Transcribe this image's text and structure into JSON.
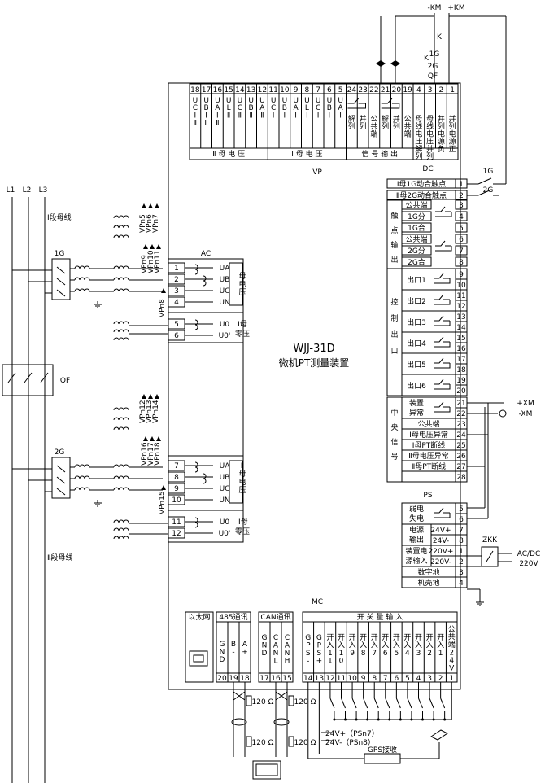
{
  "device": {
    "model": "WJJ-31D",
    "name": "微机PT测量装置"
  },
  "top_supply": {
    "minus": "-KM",
    "plus": "+KM",
    "k1": "1G",
    "k2": "2G",
    "k3": "QF",
    "k_label": "K"
  },
  "vp": {
    "title": "VP",
    "terminals": [
      "18",
      "17",
      "16",
      "15",
      "14",
      "13",
      "12",
      "11",
      "10",
      "9",
      "8",
      "7",
      "6",
      "5",
      "24",
      "23",
      "22",
      "21",
      "20",
      "19",
      "4",
      "3",
      "2",
      "1"
    ],
    "labels": [
      "UCIⅡ",
      "UBIⅡ",
      "UAIⅡ",
      "ULⅡ",
      "UCⅡ",
      "UBⅡ",
      "UAⅡ",
      "UCⅠ",
      "UBⅠ",
      "UAⅠ",
      "ULⅠ",
      "UCⅠ",
      "UBⅠ",
      "UAⅠ",
      "解列",
      "并列",
      "公共端",
      "解列",
      "并列",
      "公共端",
      "母线电压解列",
      "母线电压并列",
      "并列电源负",
      "并列电源正"
    ],
    "groups": [
      "Ⅱ 母 电 压",
      "Ⅰ 母 电 压",
      "信 号 输 出"
    ]
  },
  "bus_lines": {
    "l1": "L1",
    "l2": "L2",
    "l3": "L3",
    "bus1": "Ⅰ段母线",
    "bus2": "Ⅱ段母线",
    "g1": "1G",
    "g2": "2G",
    "qf": "QF"
  },
  "ac": {
    "title": "AC",
    "top_terminals": [
      "1",
      "2",
      "3",
      "4",
      "5",
      "6"
    ],
    "top_labels": [
      "UA",
      "UB",
      "UC",
      "UN",
      "U0",
      "U0'"
    ],
    "top_group": "Ⅰ母电压",
    "top_zero": "Ⅰ母零压",
    "bot_terminals": [
      "7",
      "8",
      "9",
      "10",
      "11",
      "12"
    ],
    "bot_labels": [
      "UA",
      "UB",
      "UC",
      "UN",
      "U0",
      "U0'"
    ],
    "bot_group": "Ⅱ母电压",
    "bot_zero": "Ⅱ母零压",
    "vpn_top": [
      "VPn5",
      "VPn6",
      "VPn7",
      "VPn9",
      "VPn10",
      "VPn11",
      "VPn8"
    ],
    "vpn_bot": [
      "VPn12",
      "VPn13",
      "VPn14",
      "VPn16",
      "VPn17",
      "VPn18",
      "VPn15"
    ]
  },
  "dc": {
    "title": "DC",
    "contacts": [
      {
        "label": "Ⅰ母1G动合触点",
        "no": "1",
        "ext": "1G"
      },
      {
        "label": "Ⅱ母2G动合触点",
        "no": "2",
        "ext": "2G"
      }
    ],
    "contact_group": "触点输出",
    "contact_rows": [
      {
        "label": "公共端",
        "no": "3"
      },
      {
        "label": "1G分",
        "no": "4"
      },
      {
        "label": "1G合",
        "no": "5"
      },
      {
        "label": "公共端",
        "no": "6"
      },
      {
        "label": "2G分",
        "no": "7"
      },
      {
        "label": "2G合",
        "no": "8"
      }
    ],
    "control_group": "控制出口",
    "outputs": [
      {
        "label": "出口1",
        "a": "9",
        "b": "10"
      },
      {
        "label": "出口2",
        "a": "11",
        "b": "12"
      },
      {
        "label": "出口3",
        "a": "13",
        "b": "14"
      },
      {
        "label": "出口4",
        "a": "15",
        "b": "16"
      },
      {
        "label": "出口5",
        "a": "17",
        "b": "18"
      },
      {
        "label": "出口6",
        "a": "19",
        "b": "20"
      }
    ],
    "central_group": "中央信号",
    "alarm": {
      "label": "装置异常",
      "a": "21",
      "b": "22"
    },
    "central_rows": [
      {
        "label": "公共端",
        "no": "23"
      },
      {
        "label": "Ⅰ母电压异常",
        "no": "24"
      },
      {
        "label": "Ⅰ母PT断线",
        "no": "25"
      },
      {
        "label": "Ⅱ母电压异常",
        "no": "26"
      },
      {
        "label": "Ⅱ母PT断线",
        "no": "27"
      },
      {
        "label": "",
        "no": "28"
      }
    ],
    "xm_plus": "+XM",
    "xm_minus": "-XM"
  },
  "ps": {
    "title": "PS",
    "rows": [
      {
        "label": "弱电失电",
        "a": "5",
        "b": "6"
      },
      {
        "label": "电源输出",
        "a": "7",
        "b": "8",
        "sub": [
          "24V+",
          "24V-"
        ]
      },
      {
        "label": "装置电源输入",
        "a": "1",
        "b": "2",
        "sub": [
          "220V+",
          "220V-"
        ]
      },
      {
        "label": "数字地",
        "a": "3"
      },
      {
        "label": "机壳地",
        "a": "4"
      }
    ],
    "zkk": "ZKK",
    "acdc": "AC/DC",
    "v220": "220V"
  },
  "mc": {
    "title": "MC",
    "ethernet": "以太网",
    "rs485": "485通讯",
    "can": "CAN通讯",
    "binary": "开 关 量 输 入",
    "rs485_pins": [
      {
        "name": "GND",
        "no": "20"
      },
      {
        "name": "B-",
        "no": "19"
      },
      {
        "name": "A+",
        "no": "18"
      }
    ],
    "can_pins": [
      {
        "name": "GND",
        "no": "17"
      },
      {
        "name": "CANL",
        "no": "16"
      },
      {
        "name": "CANH",
        "no": "15"
      }
    ],
    "gps_pins": [
      {
        "name": "GPS-",
        "no": "14"
      },
      {
        "name": "GPS+",
        "no": "13"
      }
    ],
    "inputs": [
      {
        "name": "开入11",
        "no": "12"
      },
      {
        "name": "开入10",
        "no": "11"
      },
      {
        "name": "开入9",
        "no": "10"
      },
      {
        "name": "开入8",
        "no": "9"
      },
      {
        "name": "开入7",
        "no": "8"
      },
      {
        "name": "开入6",
        "no": "7"
      },
      {
        "name": "开入5",
        "no": "6"
      },
      {
        "name": "开入4",
        "no": "5"
      },
      {
        "name": "开入3",
        "no": "4"
      },
      {
        "name": "开入2",
        "no": "3"
      },
      {
        "name": "开入1",
        "no": "2"
      }
    ],
    "common24": {
      "name": "公共端24V",
      "no": "1"
    },
    "r120": "120 Ω",
    "v24p": "24V+（PSn7）",
    "v24m": "24V-（PSn8）",
    "gps_rx": "GPS接收"
  }
}
